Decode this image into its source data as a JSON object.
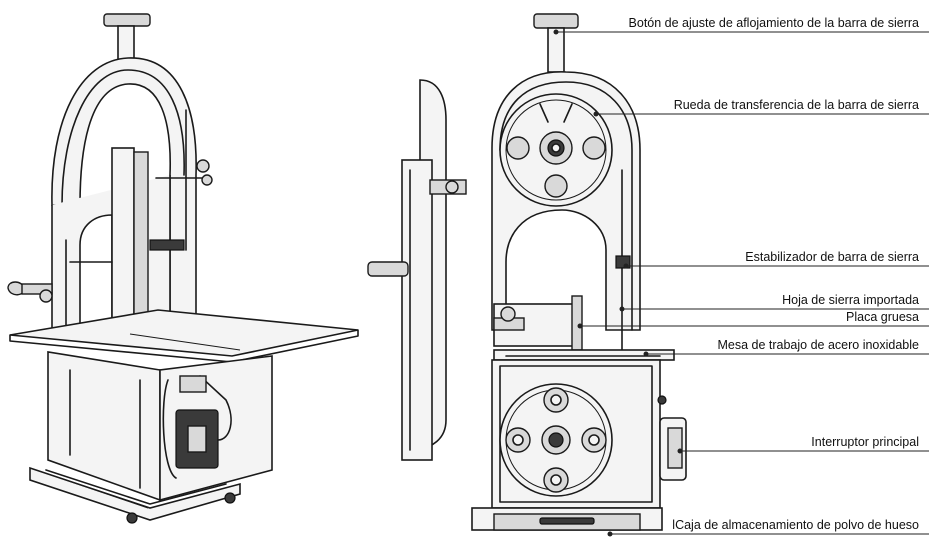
{
  "labels": [
    {
      "id": "tension-knob",
      "text": "Botón de ajuste de aflojamiento de la barra de sierra"
    },
    {
      "id": "transfer-wheel",
      "text": "Rueda de transferencia de la barra de sierra"
    },
    {
      "id": "blade-stabilizer",
      "text": "Estabilizador de barra de sierra"
    },
    {
      "id": "imported-blade",
      "text": "Hoja de sierra importada"
    },
    {
      "id": "thick-plate",
      "text": "Placa gruesa"
    },
    {
      "id": "stainless-table",
      "text": "Mesa de trabajo de acero inoxidable"
    },
    {
      "id": "main-switch",
      "text": "Interruptor principal"
    },
    {
      "id": "dust-box",
      "text": "lCaja de almacenamiento de polvo de hueso"
    }
  ]
}
